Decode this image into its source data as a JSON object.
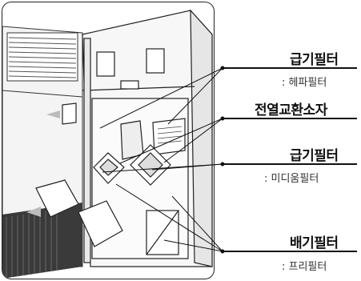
{
  "labels": {
    "supply_filter_1": "급기필터",
    "supply_filter_1_type": ": 헤파필터",
    "heat_exchanger": "전열교환소자",
    "supply_filter_2": "급기필터",
    "supply_filter_2_type": ": 미디움필터",
    "exhaust_filter": "배기필터",
    "exhaust_filter_type": ": 프리필터"
  }
}
